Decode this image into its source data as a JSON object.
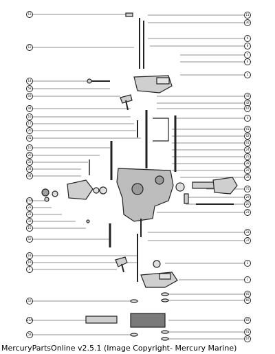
{
  "footer": {
    "caption": "MercuryPartsOnline v2.5.1 (Image Copyright- Mercury Marine)"
  },
  "diagram": {
    "callouts_left": [
      "13",
      "12",
      "14",
      "58",
      "59",
      "44",
      "16",
      "17",
      "20",
      "41",
      "10",
      "26",
      "32",
      "34",
      "34",
      "21A",
      "23",
      "22",
      "33",
      "15",
      "52",
      "18",
      "19",
      "2",
      "53",
      "21A",
      "58"
    ],
    "callouts_right": [
      "11",
      "30",
      "9",
      "8",
      "7",
      "6",
      "5",
      "43",
      "42",
      "67",
      "4",
      "61",
      "62",
      "61",
      "24",
      "25",
      "28",
      "22",
      "35",
      "75",
      "29",
      "20",
      "21",
      "31",
      "37",
      "3",
      "1",
      "65",
      "66",
      "65",
      "61",
      "67"
    ]
  }
}
